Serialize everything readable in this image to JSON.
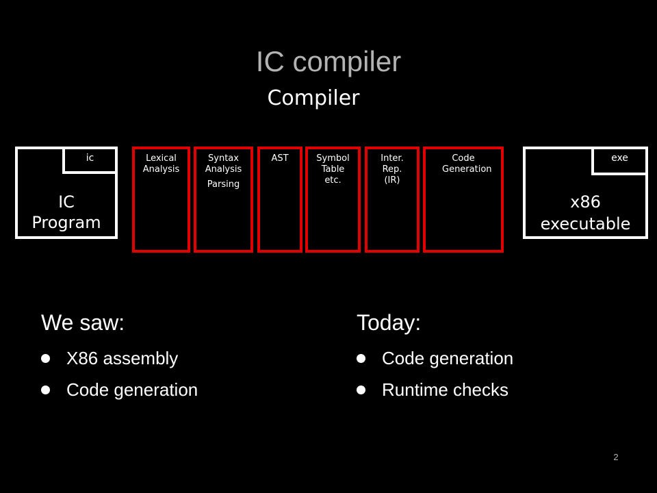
{
  "title": "IC compiler",
  "subtitle": "Compiler",
  "input_file": {
    "tab": "ic",
    "label_line1": "IC",
    "label_line2": "Program"
  },
  "output_file": {
    "tab": "exe",
    "label_line1": "x86",
    "label_line2": "executable"
  },
  "stages": [
    {
      "line1": "Lexical Analysis",
      "line2": ""
    },
    {
      "line1": "Syntax Analysis",
      "line2": "Parsing"
    },
    {
      "line1": "AST",
      "line2": ""
    },
    {
      "line1": "Symbol Table etc.",
      "line2": ""
    },
    {
      "line1": "Inter. Rep. (IR)",
      "line2": ""
    },
    {
      "line1": "Code Generation",
      "line2": ""
    }
  ],
  "left_column": {
    "heading": "We saw:",
    "items": [
      "X86 assembly",
      "Code generation"
    ]
  },
  "right_column": {
    "heading": "Today:",
    "items": [
      "Code generation",
      "Runtime checks"
    ]
  },
  "page_number": "2",
  "colors": {
    "background": "#000000",
    "stage_border": "#e00000",
    "title": "#b3b3b3"
  }
}
